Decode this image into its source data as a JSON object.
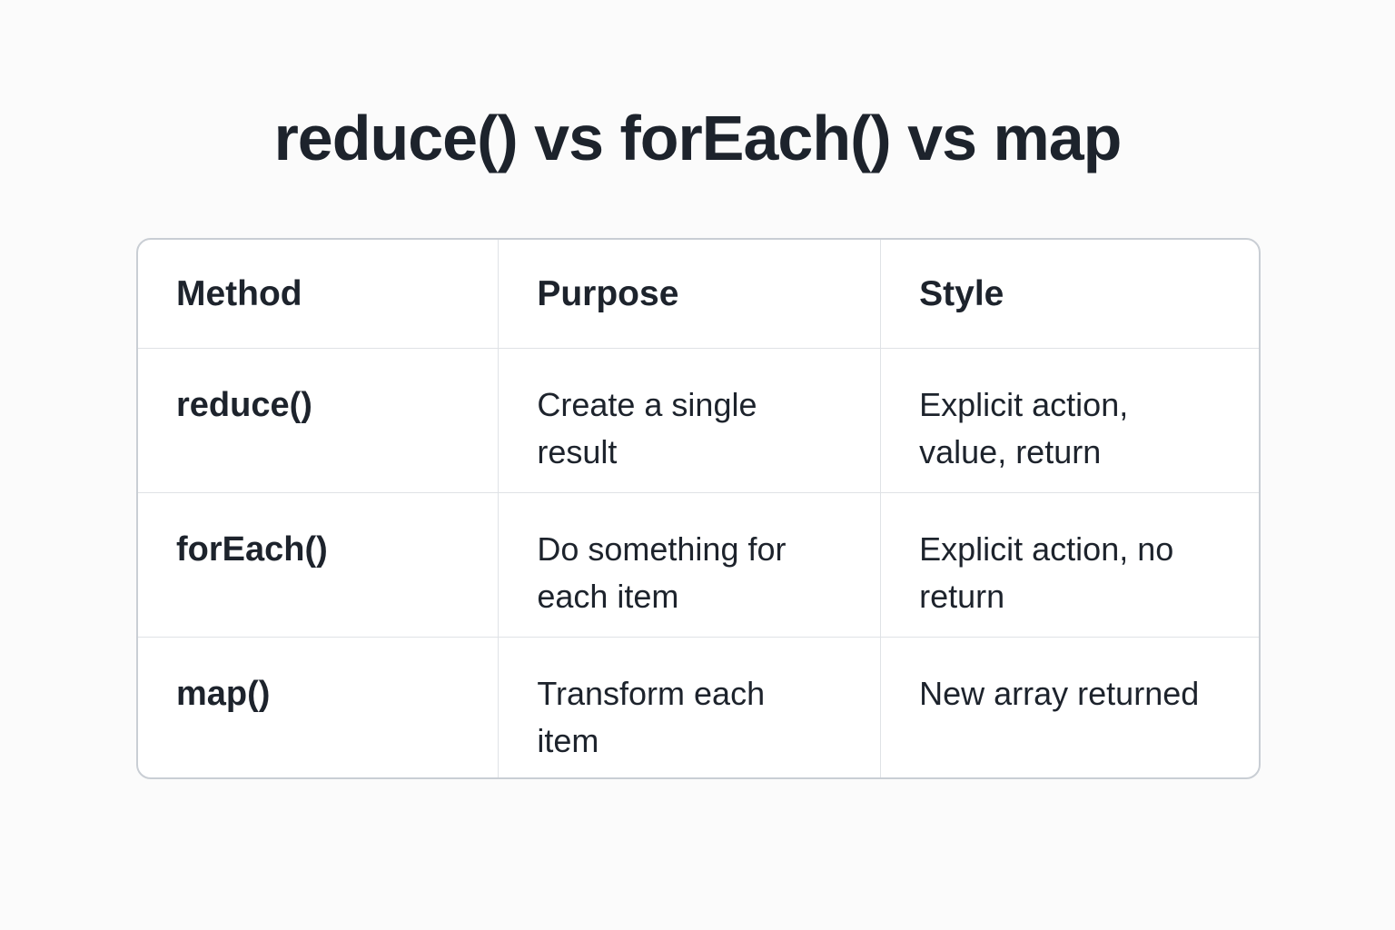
{
  "page": {
    "title": "reduce() vs forEach() vs map"
  },
  "table": {
    "columns": [
      "Method",
      "Purpose",
      "Style"
    ],
    "rows": [
      {
        "method": "reduce()",
        "purpose": "Create a single result",
        "style": "Explicit action, value, return"
      },
      {
        "method": "forEach()",
        "purpose": "Do something for each item",
        "style": "Explicit action, no return"
      },
      {
        "method": "map()",
        "purpose": "Transform each item",
        "style": "New array returned"
      }
    ]
  },
  "colors": {
    "text": "#1d232c",
    "table_border": "#c9ced4",
    "cell_divider": "#dfe2e6",
    "page_background": "#fbfbfb",
    "cell_background": "#ffffff"
  }
}
